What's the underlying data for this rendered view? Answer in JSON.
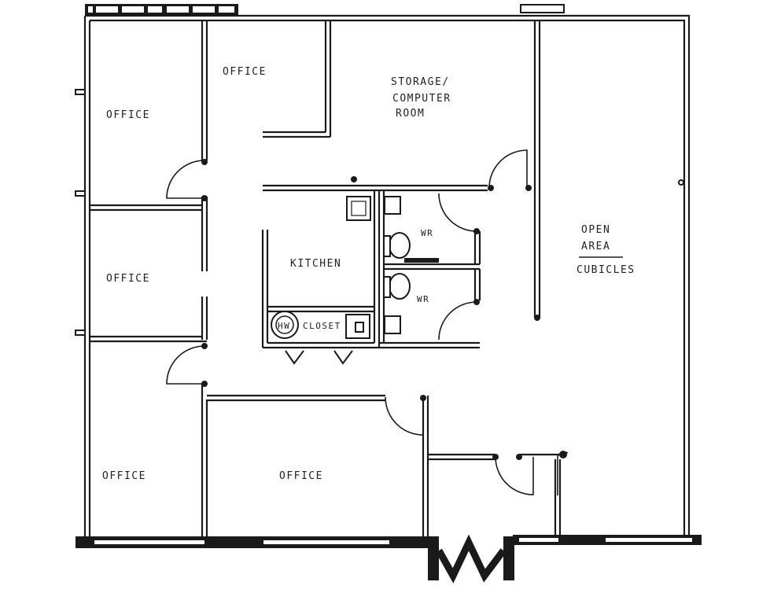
{
  "floor_plan": {
    "rooms": [
      {
        "id": "office-nw-left",
        "label": "OFFICE"
      },
      {
        "id": "office-nw-top",
        "label": "OFFICE"
      },
      {
        "id": "storage",
        "label_lines": [
          "STORAGE/",
          "COMPUTER",
          "ROOM"
        ]
      },
      {
        "id": "office-w-mid",
        "label": "OFFICE"
      },
      {
        "id": "kitchen",
        "label": "KITCHEN"
      },
      {
        "id": "closet",
        "label": "CLOSET"
      },
      {
        "id": "wr-upper",
        "label": "WR"
      },
      {
        "id": "wr-lower",
        "label": "WR"
      },
      {
        "id": "open-area",
        "label_lines": [
          "OPEN",
          "AREA",
          "CUBICLES"
        ]
      },
      {
        "id": "office-sw",
        "label": "OFFICE"
      },
      {
        "id": "office-s",
        "label": "OFFICE"
      }
    ],
    "fixtures": {
      "water_heater_label": "HW"
    }
  }
}
